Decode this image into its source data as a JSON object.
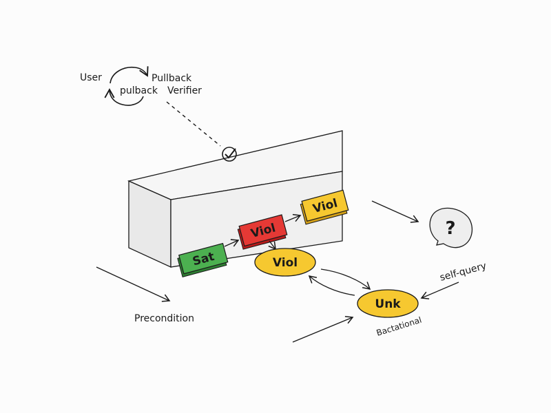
{
  "colors": {
    "green": "#4cb050",
    "red": "#e53935",
    "yellow": "#f6c830",
    "box_front": "#f0f0f0",
    "box_top": "#f6f6f6",
    "stroke": "#1a1a1a"
  },
  "legend": {
    "user": "User",
    "pullback": "Pullback",
    "pulback": "pulback",
    "verifier": "Verifier"
  },
  "icons": {
    "cycle": "cycle-arrows-icon",
    "check": "check-circle-icon",
    "question": "question-speech-bubble-icon"
  },
  "nodes": {
    "sat": "Sat",
    "viol_red": "Viol",
    "viol_yellow_card": "Viol",
    "viol_ellipse": "Viol",
    "unk": "Unk"
  },
  "labels": {
    "precondition": "Precondition",
    "self_query": "self-query",
    "bactational": "Bactational",
    "question_mark": "?"
  }
}
